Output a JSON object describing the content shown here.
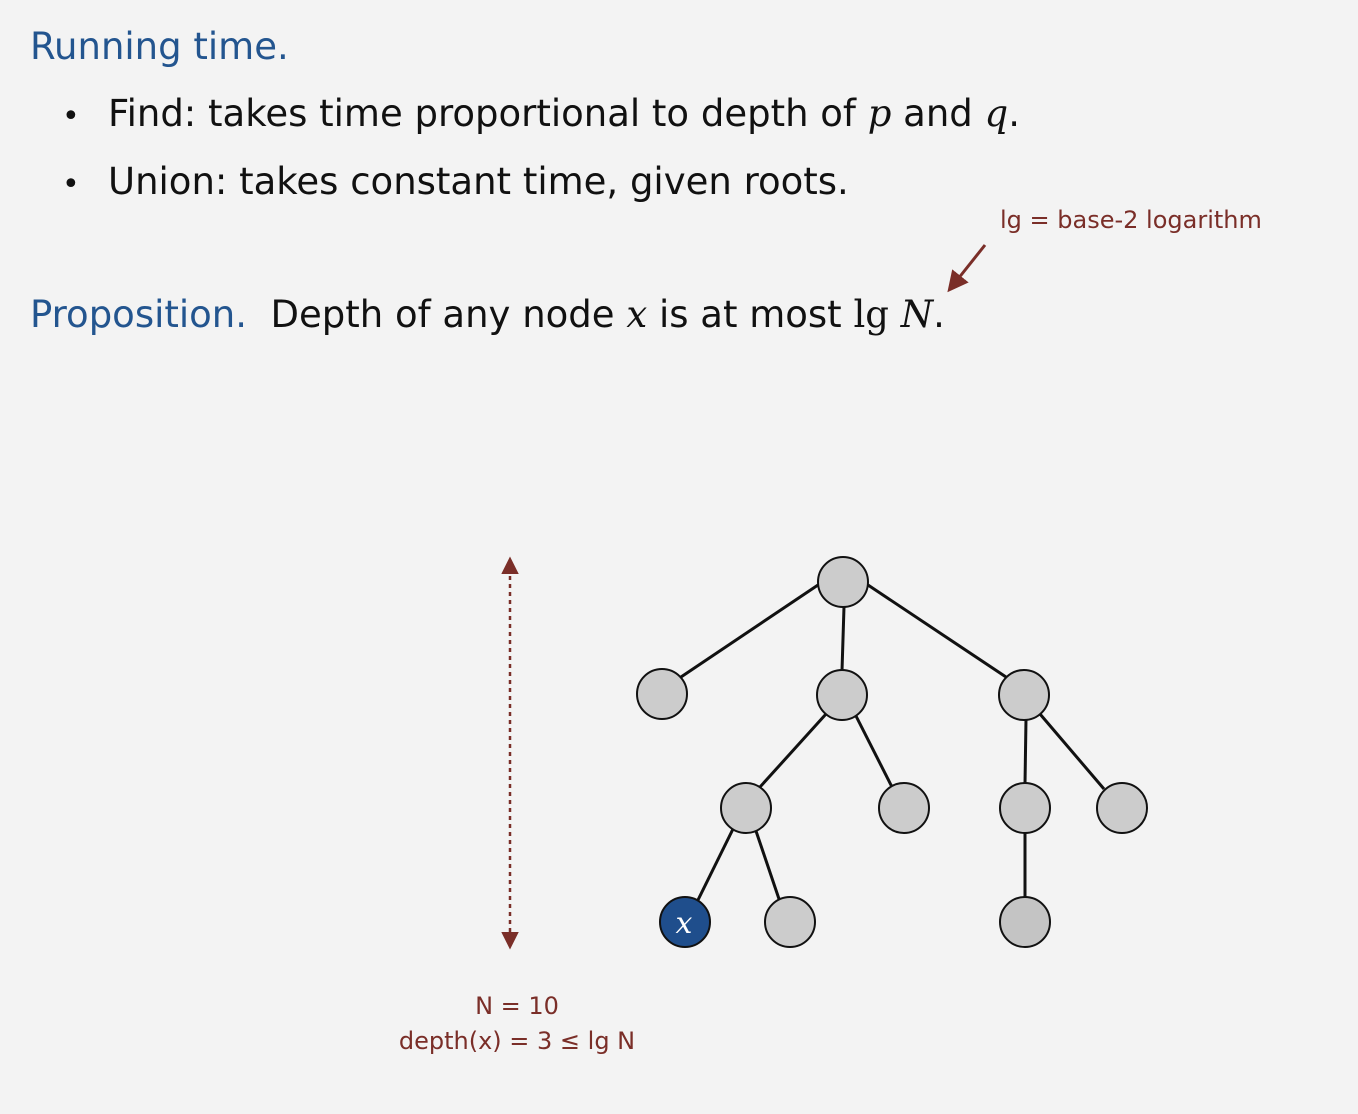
{
  "running_time": {
    "heading": "Running time.",
    "bullets": [
      {
        "prefix": "Find:  takes time proportional to depth of ",
        "var1": "p",
        "mid": " and ",
        "var2": "q",
        "suffix": "."
      },
      {
        "text": "Union:  takes constant time, given roots."
      }
    ]
  },
  "proposition": {
    "heading": "Proposition.",
    "text_before": "  Depth of any node ",
    "var_x": "x",
    "text_after": " is at most ",
    "lg": "lg",
    "var_n": "N",
    "period": "."
  },
  "annotation": {
    "lg_note": "lg = base-2 logarithm"
  },
  "tree": {
    "highlight_label": "x",
    "colors": {
      "node_fill": "#cccccc",
      "highlight_fill": "#1f4e8c",
      "annotation": "#7a2e28"
    }
  },
  "labels": {
    "n_eq": "N = 10",
    "depth_eq": "depth(x) = 3 ≤  lg N"
  }
}
